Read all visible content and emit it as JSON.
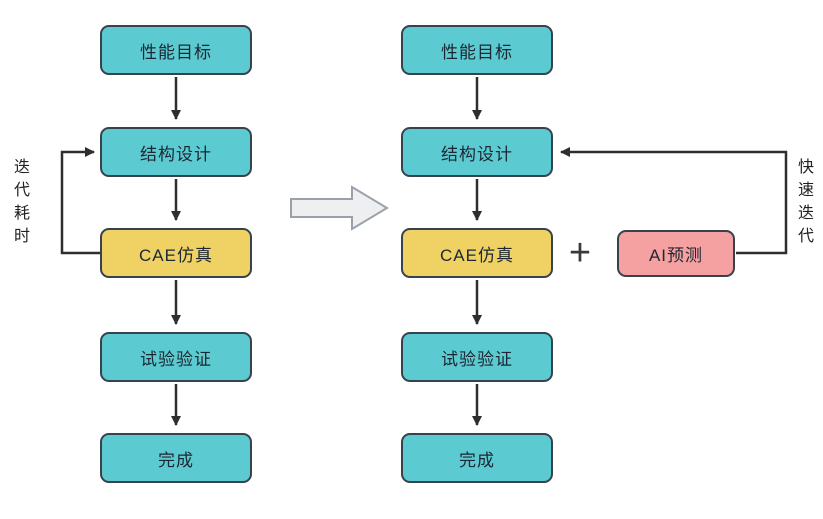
{
  "colors": {
    "teal": "#5BCBD1",
    "yellow": "#F0D264",
    "pink": "#F5A1A1",
    "node_border": "#37424C",
    "arrow": "#2E2E2E",
    "big_arrow_fill": "#EDEFF1",
    "big_arrow_border": "#9AA1A8"
  },
  "left_flow": {
    "feedback_label": "迭代耗时",
    "nodes": [
      {
        "label": "性能目标",
        "color": "teal"
      },
      {
        "label": "结构设计",
        "color": "teal"
      },
      {
        "label": "CAE仿真",
        "color": "yellow"
      },
      {
        "label": "试验验证",
        "color": "teal"
      },
      {
        "label": "完成",
        "color": "teal"
      }
    ]
  },
  "right_flow": {
    "feedback_label": "快速迭代",
    "plus_sign": "+",
    "ai_node": {
      "label": "AI预测",
      "color": "pink"
    },
    "nodes": [
      {
        "label": "性能目标",
        "color": "teal"
      },
      {
        "label": "结构设计",
        "color": "teal"
      },
      {
        "label": "CAE仿真",
        "color": "yellow"
      },
      {
        "label": "试验验证",
        "color": "teal"
      },
      {
        "label": "完成",
        "color": "teal"
      }
    ]
  }
}
